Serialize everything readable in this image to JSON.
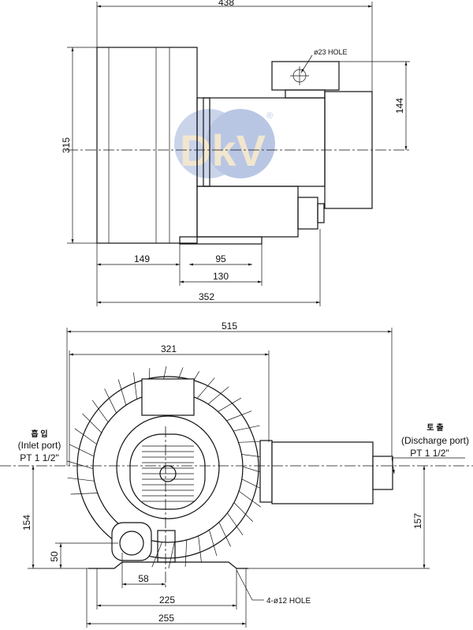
{
  "logo": {
    "text": "DkV",
    "registered": "®",
    "colors": {
      "globe": "#b9c6e3",
      "letters": "#f1e6cf"
    }
  },
  "top_view": {
    "dims": {
      "overall_length": "438",
      "height": "315",
      "motor_offset": "144",
      "d149": "149",
      "d95": "95",
      "d130": "130",
      "d352": "352"
    },
    "hole_note": "ø23 HOLE"
  },
  "front_view": {
    "dims": {
      "overall_width": "515",
      "d321": "321",
      "d154": "154",
      "d157": "157",
      "d50": "50",
      "d58": "58",
      "d225": "225",
      "d255": "255"
    },
    "inlet": {
      "korean": "흡 입",
      "label": "(Inlet port)",
      "size": "PT 1 1/2\""
    },
    "discharge": {
      "korean": "토 출",
      "label": "(Discharge port)",
      "size": "PT 1 1/2\""
    },
    "mount_note": "4-ø12 HOLE"
  }
}
